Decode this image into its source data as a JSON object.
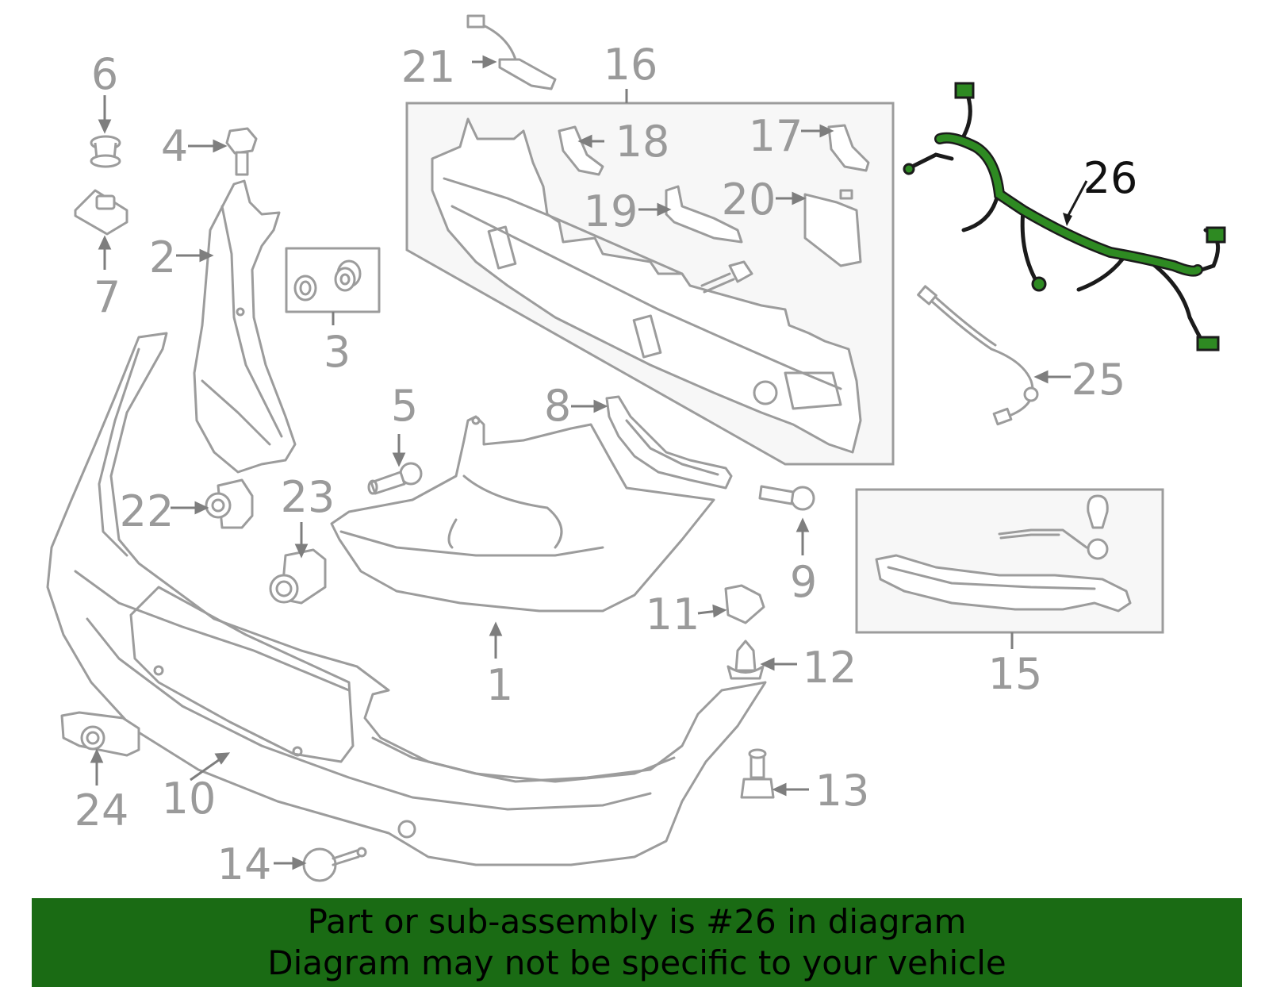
{
  "diagram": {
    "labels": [
      {
        "id": "1",
        "text": "1"
      },
      {
        "id": "2",
        "text": "2"
      },
      {
        "id": "3",
        "text": "3"
      },
      {
        "id": "4",
        "text": "4"
      },
      {
        "id": "5",
        "text": "5"
      },
      {
        "id": "6",
        "text": "6"
      },
      {
        "id": "7",
        "text": "7"
      },
      {
        "id": "8",
        "text": "8"
      },
      {
        "id": "9",
        "text": "9"
      },
      {
        "id": "10",
        "text": "10"
      },
      {
        "id": "11",
        "text": "11"
      },
      {
        "id": "12",
        "text": "12"
      },
      {
        "id": "13",
        "text": "13"
      },
      {
        "id": "14",
        "text": "14"
      },
      {
        "id": "15",
        "text": "15"
      },
      {
        "id": "16",
        "text": "16"
      },
      {
        "id": "17",
        "text": "17"
      },
      {
        "id": "18",
        "text": "18"
      },
      {
        "id": "19",
        "text": "19"
      },
      {
        "id": "20",
        "text": "20"
      },
      {
        "id": "21",
        "text": "21"
      },
      {
        "id": "22",
        "text": "22"
      },
      {
        "id": "23",
        "text": "23"
      },
      {
        "id": "24",
        "text": "24"
      },
      {
        "id": "25",
        "text": "25"
      },
      {
        "id": "26",
        "text": "26"
      }
    ],
    "highlighted_part": "26",
    "highlight_color": "#1a6b14",
    "label_color": "#9a9a9a"
  },
  "banner": {
    "line1": "Part or sub-assembly is #26 in diagram",
    "line2": "Diagram may not be specific to your vehicle",
    "background": "#1a6b14"
  }
}
